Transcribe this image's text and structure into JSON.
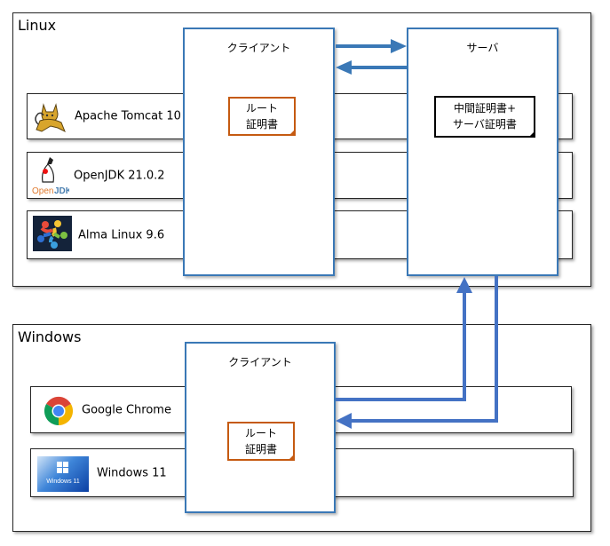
{
  "linux_group": {
    "title": "Linux",
    "rows": [
      {
        "label": "Apache Tomcat 10",
        "icon": "tomcat-icon"
      },
      {
        "label": "OpenJDK 21.0.2",
        "icon": "openjdk-icon",
        "icon_text": "OpenJDK"
      },
      {
        "label": "Alma Linux 9.6",
        "icon": "almalinux-icon"
      }
    ],
    "client": {
      "title": "クライアント",
      "note_line1": "ルート",
      "note_line2": "証明書"
    },
    "server": {
      "title": "サーバ",
      "note_line1": "中間証明書+",
      "note_line2": "サーバ証明書"
    }
  },
  "windows_group": {
    "title": "Windows",
    "rows": [
      {
        "label": "Google Chrome",
        "icon": "chrome-icon"
      },
      {
        "label": "Windows 11",
        "icon": "windows11-icon",
        "icon_text": "Windows 11"
      }
    ],
    "client": {
      "title": "クライアント",
      "note_line1": "ルート",
      "note_line2": "証明書"
    }
  },
  "colors": {
    "node_border": "#3a78b6",
    "arrow": "#3a78b6",
    "arrow_lower": "#4472c4",
    "root_note_border": "#c55a11",
    "server_note_border": "#000000",
    "group_border": "#262626"
  }
}
